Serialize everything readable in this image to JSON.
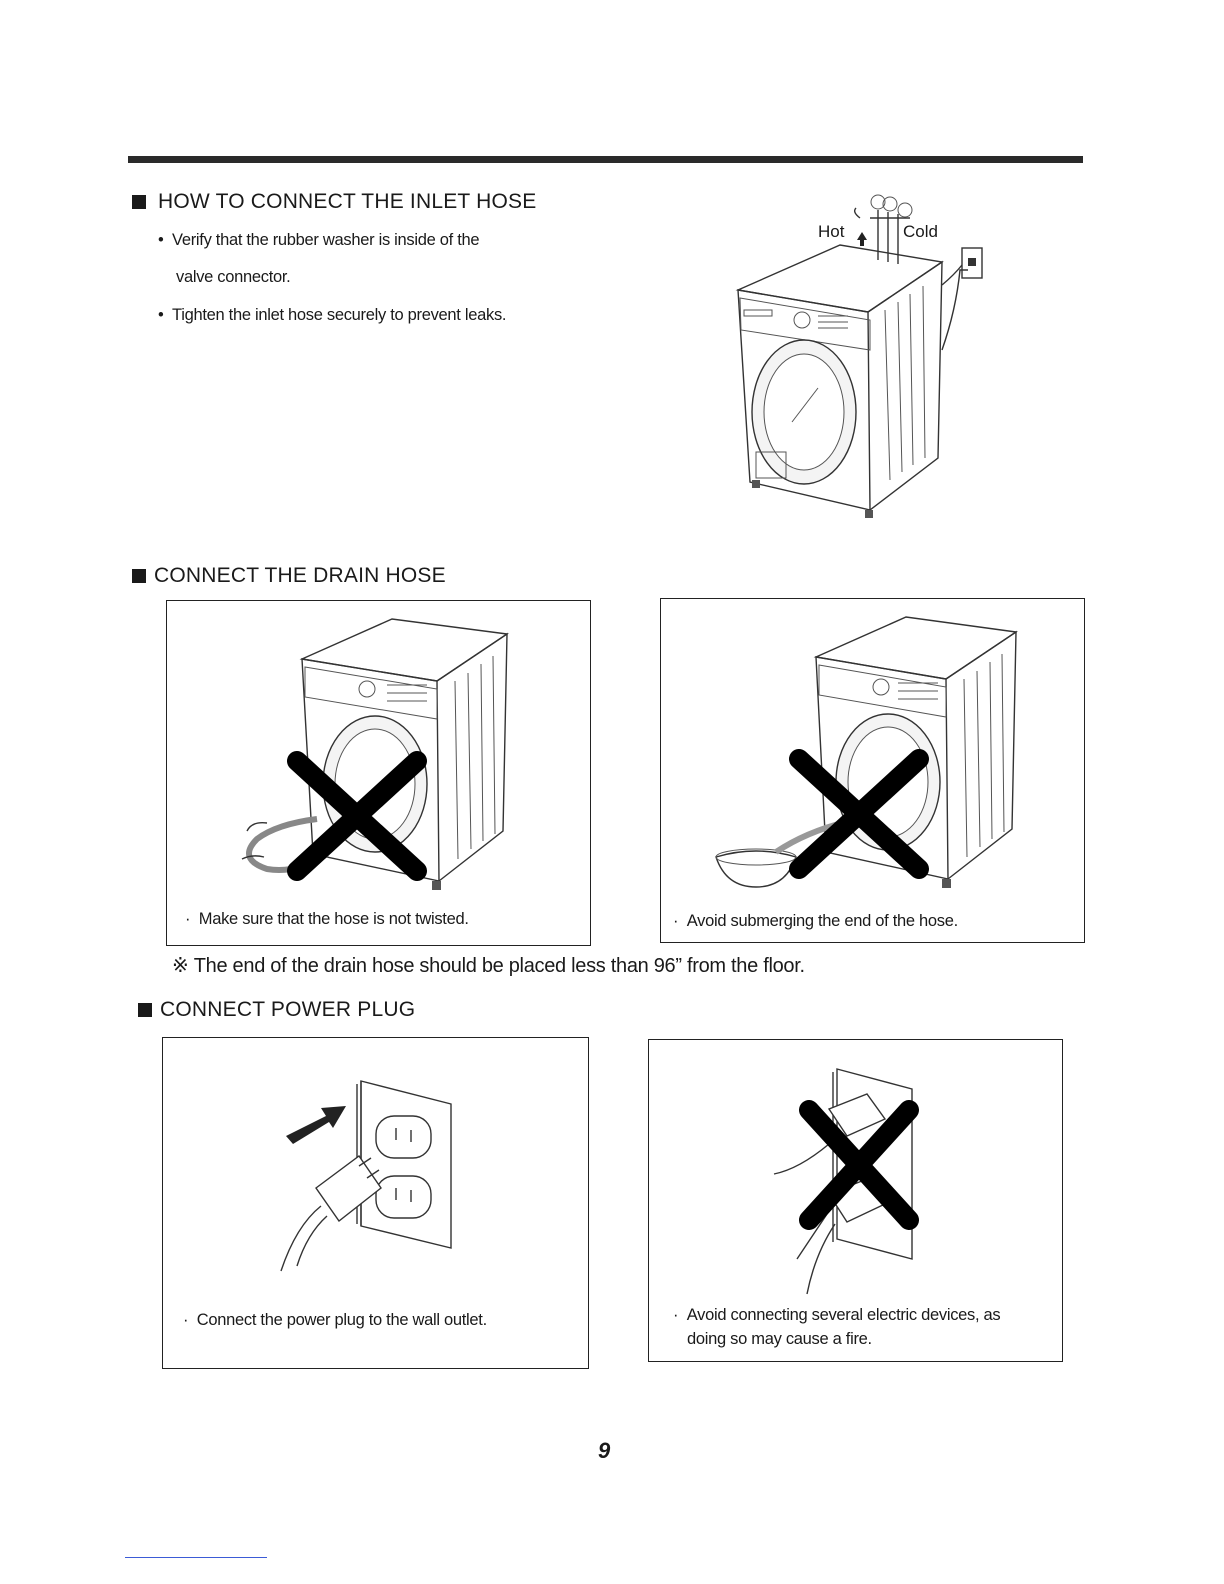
{
  "inlet": {
    "heading": "HOW TO CONNECT THE INLET HOSE",
    "bullets": [
      "Verify that the rubber washer is inside of the",
      "valve connector.",
      "Tighten the inlet hose securely to prevent leaks."
    ],
    "hot_label": "Hot",
    "cold_label": "Cold"
  },
  "drain": {
    "heading": "CONNECT THE DRAIN HOSE",
    "left_caption": "Make sure that the hose is not twisted.",
    "right_caption": "Avoid submerging the end of the hose.",
    "note": "The end of the drain hose should be placed less than 96” from the floor.",
    "note_symbol": "※"
  },
  "power": {
    "heading": "CONNECT POWER PLUG",
    "left_caption": "Connect the power plug to the wall outlet.",
    "right_caption_line1": "Avoid connecting several electric devices, as",
    "right_caption_line2": "doing so may cause a fire."
  },
  "page_number": "9",
  "icons": {
    "section_marker": "black-square-icon",
    "prohibited": "x-mark-icon",
    "arrow": "arrow-icon"
  },
  "colors": {
    "text": "#1a1a1a",
    "rule": "#2a2a2a",
    "x_mark": "#000000"
  }
}
